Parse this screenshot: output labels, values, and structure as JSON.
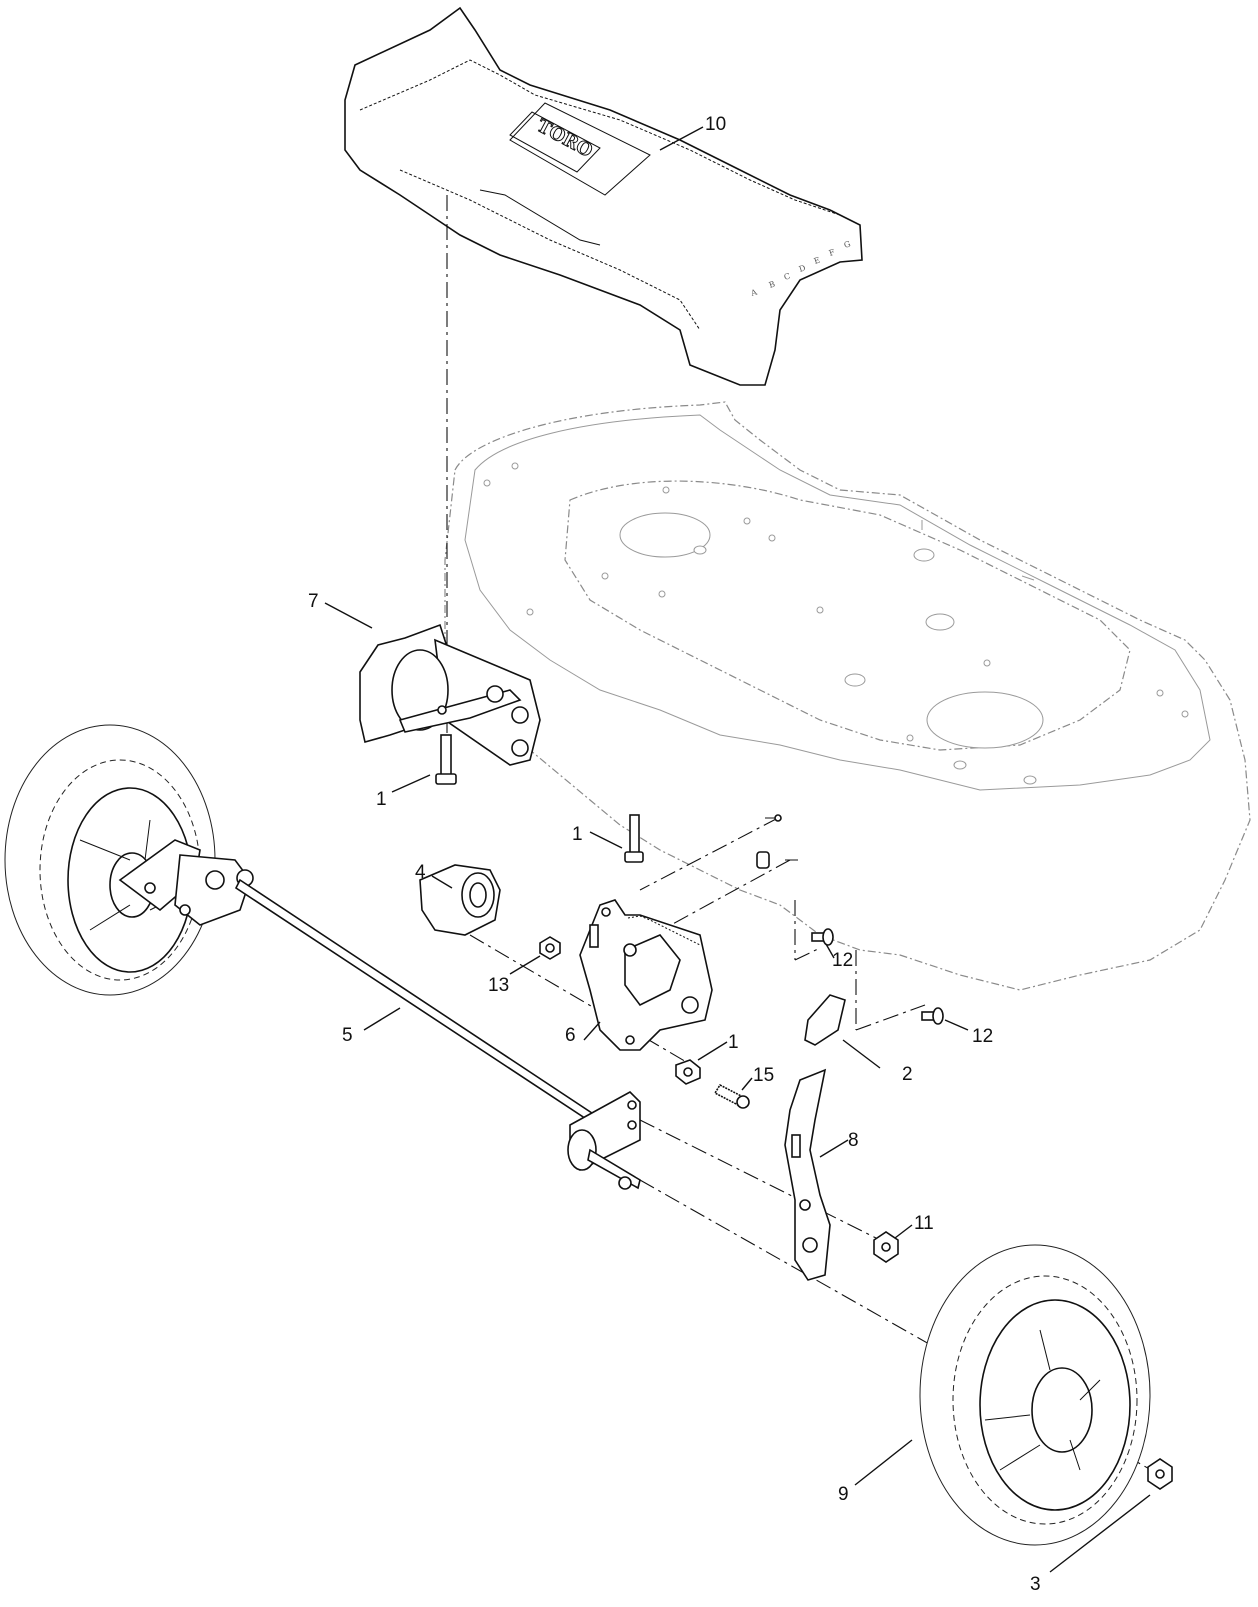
{
  "cover": {
    "brand": "TORO",
    "height_letters": [
      "A",
      "B",
      "C",
      "D",
      "E",
      "F",
      "G"
    ]
  },
  "callouts": [
    {
      "id": "c10",
      "text": "10"
    },
    {
      "id": "c7",
      "text": "7"
    },
    {
      "id": "c1a",
      "text": "1"
    },
    {
      "id": "c1b",
      "text": "1"
    },
    {
      "id": "c4",
      "text": "4"
    },
    {
      "id": "c13",
      "text": "13"
    },
    {
      "id": "c12a",
      "text": "12"
    },
    {
      "id": "c12b",
      "text": "12"
    },
    {
      "id": "c5",
      "text": "5"
    },
    {
      "id": "c6",
      "text": "6"
    },
    {
      "id": "c1c",
      "text": "1"
    },
    {
      "id": "c2",
      "text": "2"
    },
    {
      "id": "c15",
      "text": "15"
    },
    {
      "id": "c8",
      "text": "8"
    },
    {
      "id": "c11",
      "text": "11"
    },
    {
      "id": "c9",
      "text": "9"
    },
    {
      "id": "c3",
      "text": "3"
    }
  ]
}
